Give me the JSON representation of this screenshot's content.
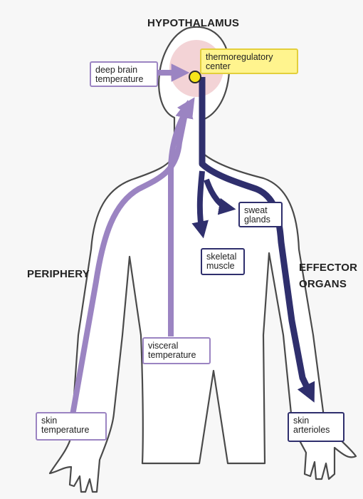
{
  "headings": {
    "top": "HYPOTHALAMUS",
    "left": "PERIPHERY",
    "right_line1": "EFFECTOR",
    "right_line2": "ORGANS"
  },
  "boxes": {
    "center": [
      "thermoregulatory",
      "center"
    ],
    "deep_brain": [
      "deep brain",
      "temperature"
    ],
    "visceral": [
      "visceral",
      "temperature"
    ],
    "skin_temp": [
      "skin",
      "temperature"
    ],
    "sweat": [
      "sweat",
      "glands"
    ],
    "skeletal": [
      "skeletal",
      "muscle"
    ],
    "arterioles": [
      "skin",
      "arterioles"
    ]
  },
  "colors": {
    "afferent": "#9b84c2",
    "efferent": "#2f2f6d",
    "center_fill": "#fff48e",
    "brain_fill": "#f3d3d6",
    "node": "#f7e51a",
    "outline": "#4a4a4a"
  }
}
